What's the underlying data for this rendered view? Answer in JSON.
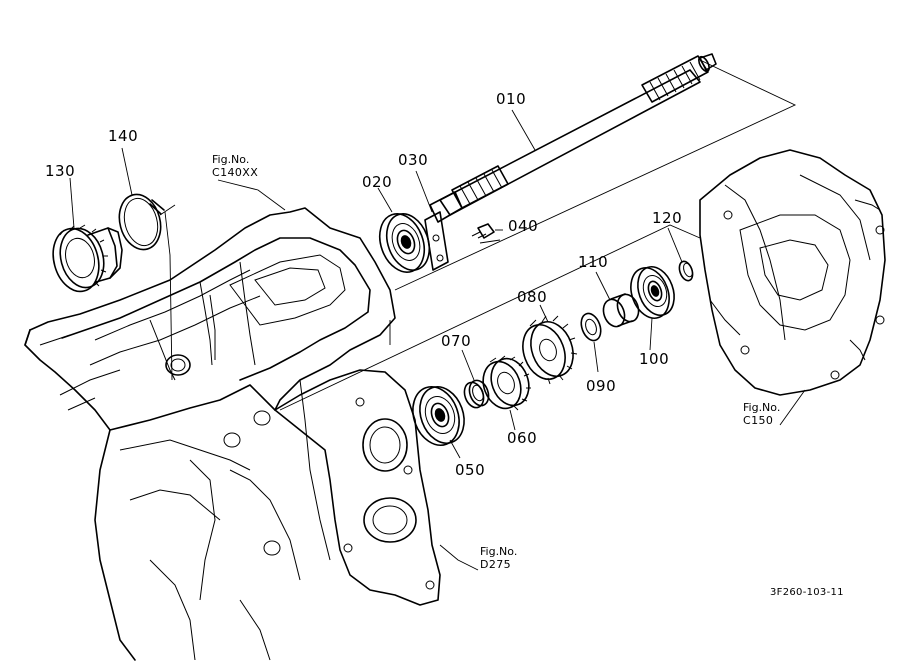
{
  "parts": {
    "p010": "010",
    "p020": "020",
    "p030": "030",
    "p040": "040",
    "p050": "050",
    "p060": "060",
    "p070": "070",
    "p080": "080",
    "p090": "090",
    "p100": "100",
    "p110": "110",
    "p120": "120",
    "p130": "130",
    "p140": "140"
  },
  "figure_refs": {
    "c140xx": {
      "line1": "Fig.No.",
      "line2": "C140XX"
    },
    "c150": {
      "line1": "Fig.No.",
      "line2": "C150"
    },
    "d275": {
      "line1": "Fig.No.",
      "line2": "D275"
    }
  },
  "drawing_code": "3F260-103-11"
}
